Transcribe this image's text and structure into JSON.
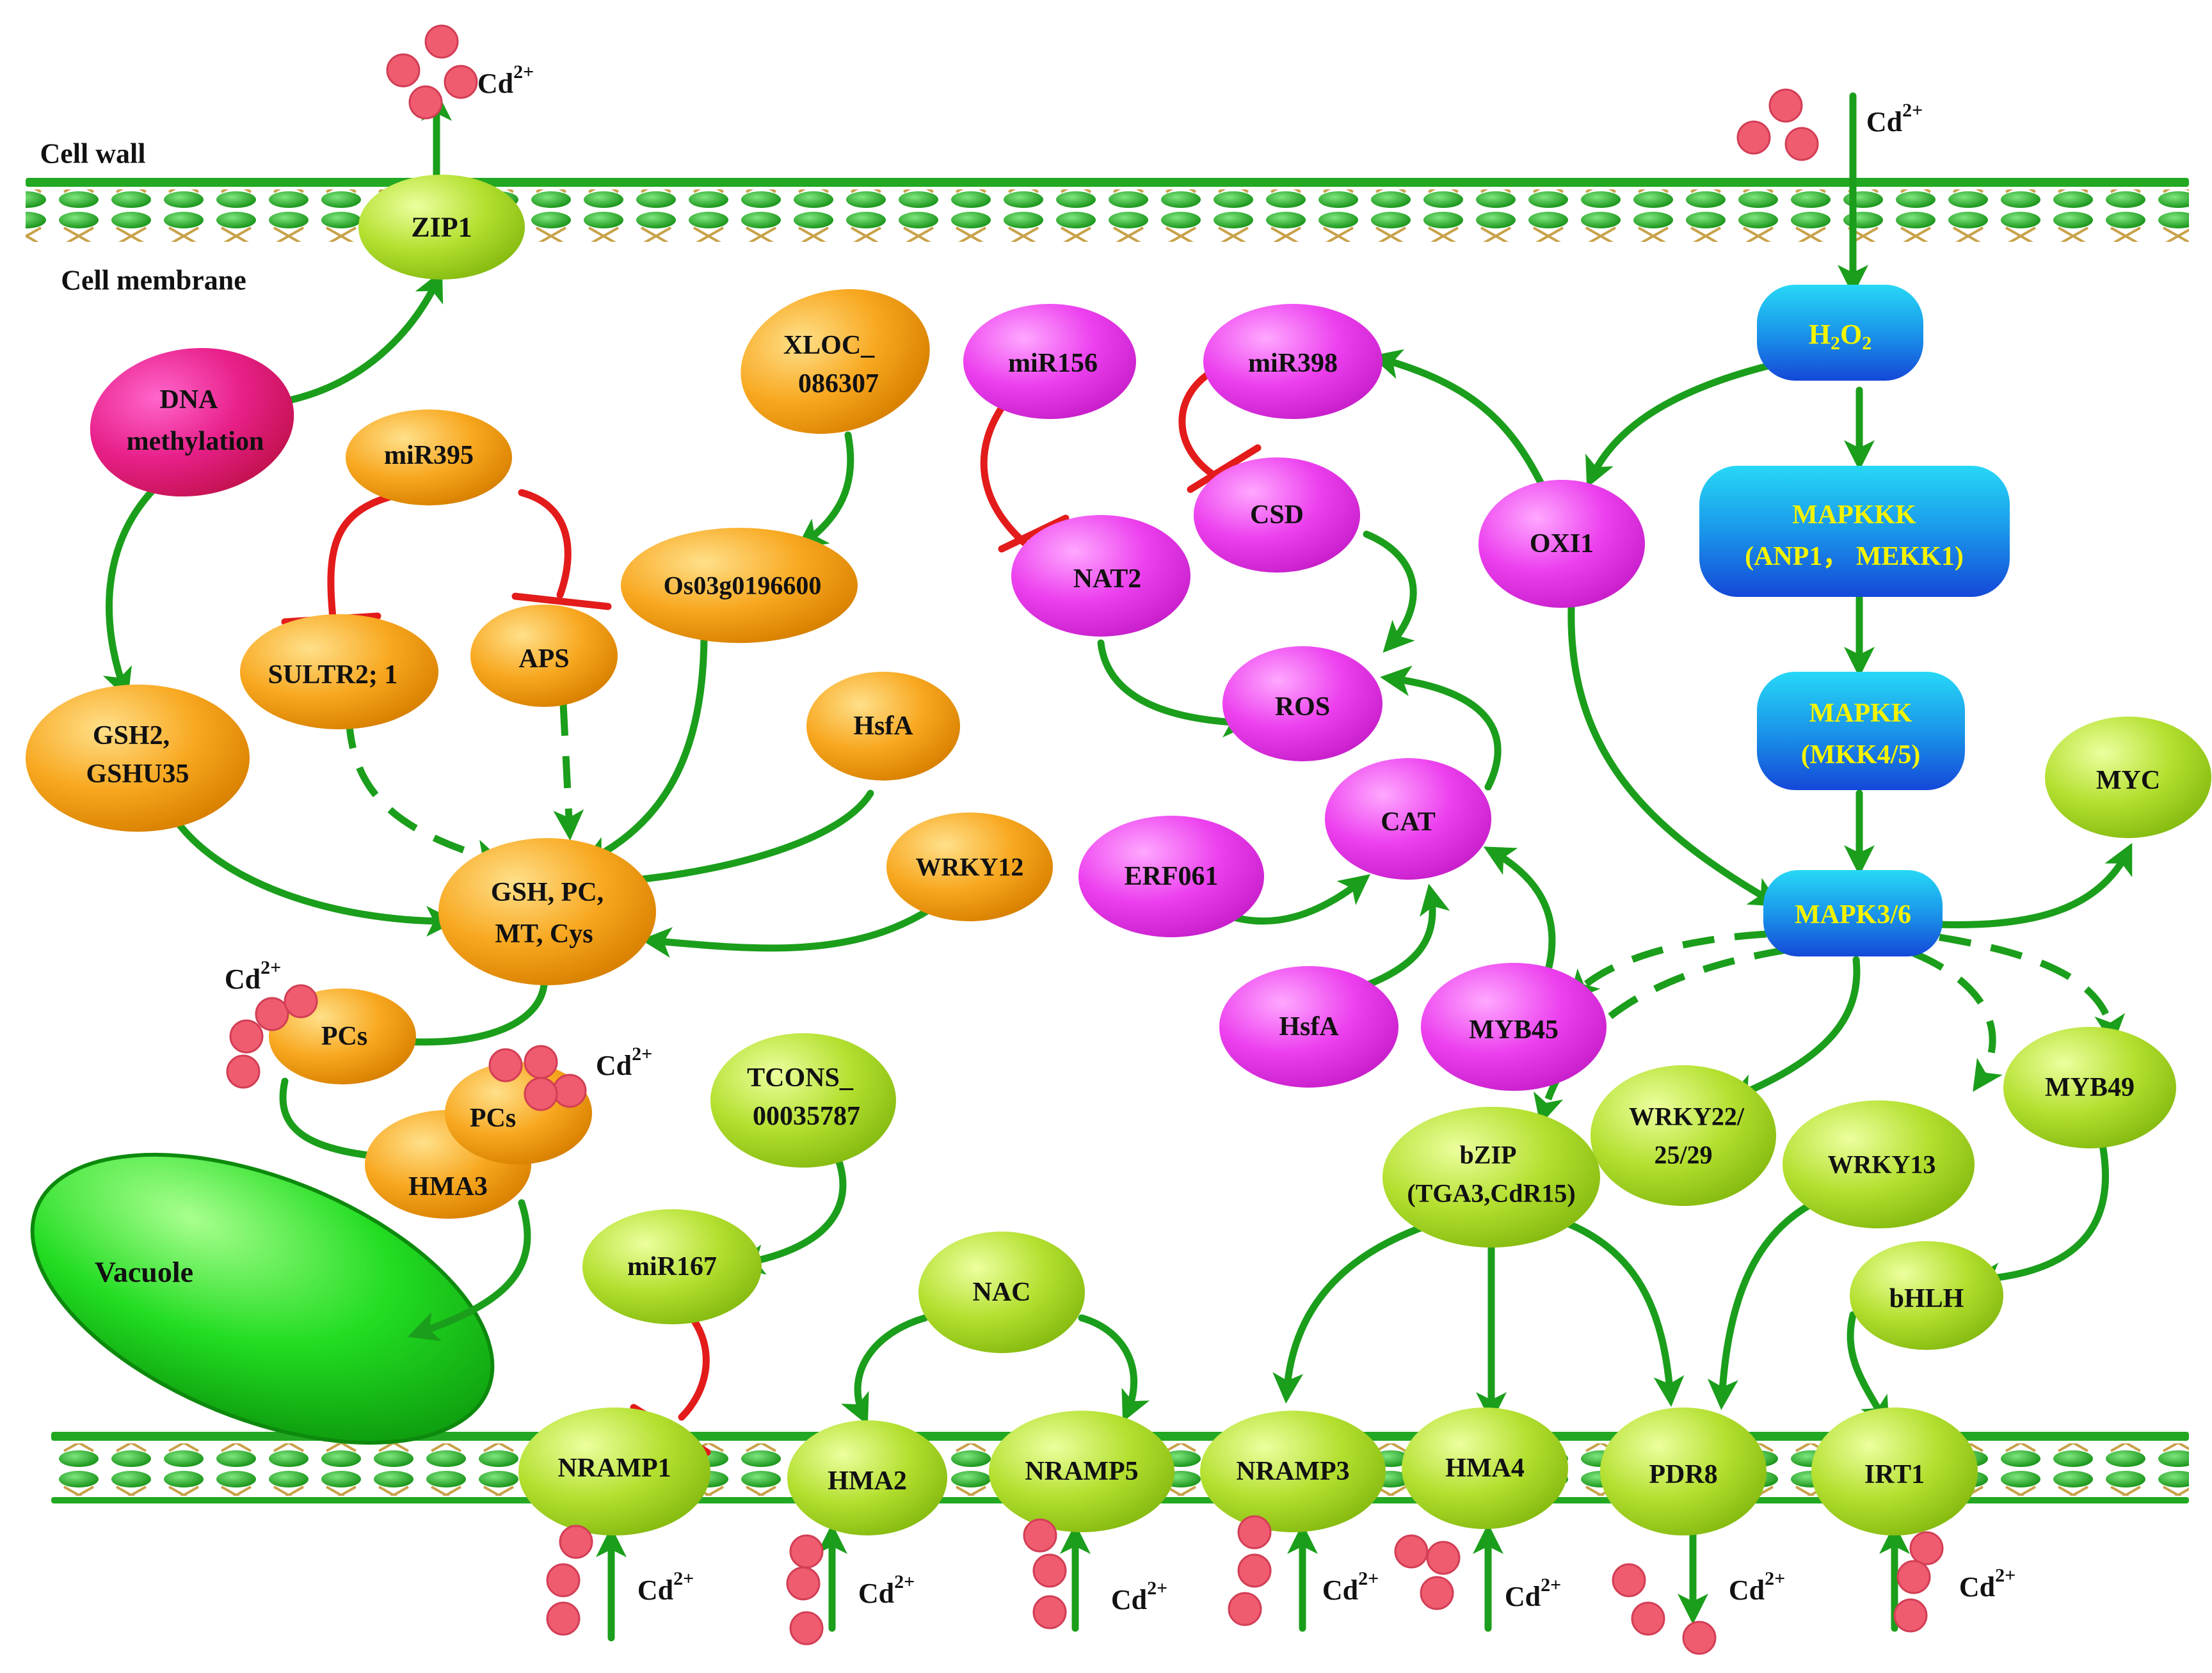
{
  "colors": {
    "orange": "#f7a41b",
    "magenta": "#ec3fee",
    "pinkred": "#e3256d",
    "lime": "#a9d92b",
    "blue": "#1c8fe6",
    "arrow": "#1b9e1b",
    "inhibit": "#e31b1b",
    "cd": "#ef5b6f",
    "membrane": "#1c9c1c",
    "vacuole": "#1ed11e"
  },
  "labels": {
    "cell_wall": "Cell wall",
    "cell_membrane": "Cell membrane",
    "vacuole": "Vacuole",
    "cd_ion": "Cd",
    "cd_charge": "2+"
  },
  "nodes": {
    "zip1": "ZIP1",
    "dna_methylation": [
      "DNA",
      "methylation"
    ],
    "mir395": "miR395",
    "xloc": [
      "XLOC_",
      "086307"
    ],
    "os03g": "Os03g0196600",
    "sultr": "SULTR2; 1",
    "aps": "APS",
    "gsh2": [
      "GSH2,",
      "GSHU35"
    ],
    "hsfa_left": "HsfA",
    "wrky12": "WRKY12",
    "gsh_pc": [
      "GSH, PC,",
      "MT, Cys"
    ],
    "pcs_1": "PCs",
    "pcs_2": "PCs",
    "hma3": "HMA3",
    "tcons": [
      "TCONS_",
      "00035787"
    ],
    "mir167": "miR167",
    "nac": "NAC",
    "mir156": "miR156",
    "mir398": "miR398",
    "nat2": "NAT2",
    "csd": "CSD",
    "oxi1": "OXI1",
    "ros": "ROS",
    "cat": "CAT",
    "erf061": "ERF061",
    "hsfa_right": "HsfA",
    "myb45": "MYB45",
    "h2o2": "H",
    "mapkkk": [
      "MAPKKK",
      "(ANP1， MEKK1)"
    ],
    "mapkk": [
      "MAPKK",
      "(MKK4/5)"
    ],
    "mapk": "MAPK3/6",
    "myc": "MYC",
    "wrky22": [
      "WRKY22/",
      "25/29"
    ],
    "bzip": [
      "bZIP",
      "(TGA3,CdR15)"
    ],
    "wrky13": "WRKY13",
    "myb49": "MYB49",
    "bhlh": "bHLH",
    "nramp1": "NRAMP1",
    "hma2": "HMA2",
    "nramp5": "NRAMP5",
    "nramp3": "NRAMP3",
    "hma4": "HMA4",
    "pdr8": "PDR8",
    "irt1": "IRT1"
  }
}
